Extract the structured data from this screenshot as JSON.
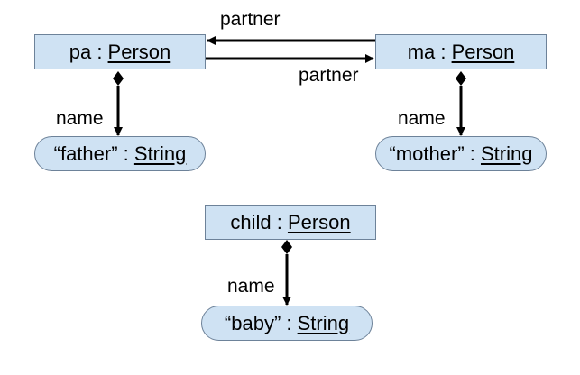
{
  "objects": {
    "pa": {
      "name": "pa",
      "type": "Person"
    },
    "ma": {
      "name": "ma",
      "type": "Person"
    },
    "child": {
      "name": "child",
      "type": "Person"
    }
  },
  "values": {
    "father": {
      "literal": "“father”",
      "type": "String"
    },
    "mother": {
      "literal": "“mother”",
      "type": "String"
    },
    "baby": {
      "literal": "“baby”",
      "type": "String"
    }
  },
  "labels": {
    "partner_top": "partner",
    "partner_bottom": "partner",
    "name_pa": "name",
    "name_ma": "name",
    "name_child": "name"
  },
  "separator": " : ",
  "colors": {
    "box_fill": "#cfe2f3",
    "box_border": "#6d8299",
    "line": "#000000"
  }
}
